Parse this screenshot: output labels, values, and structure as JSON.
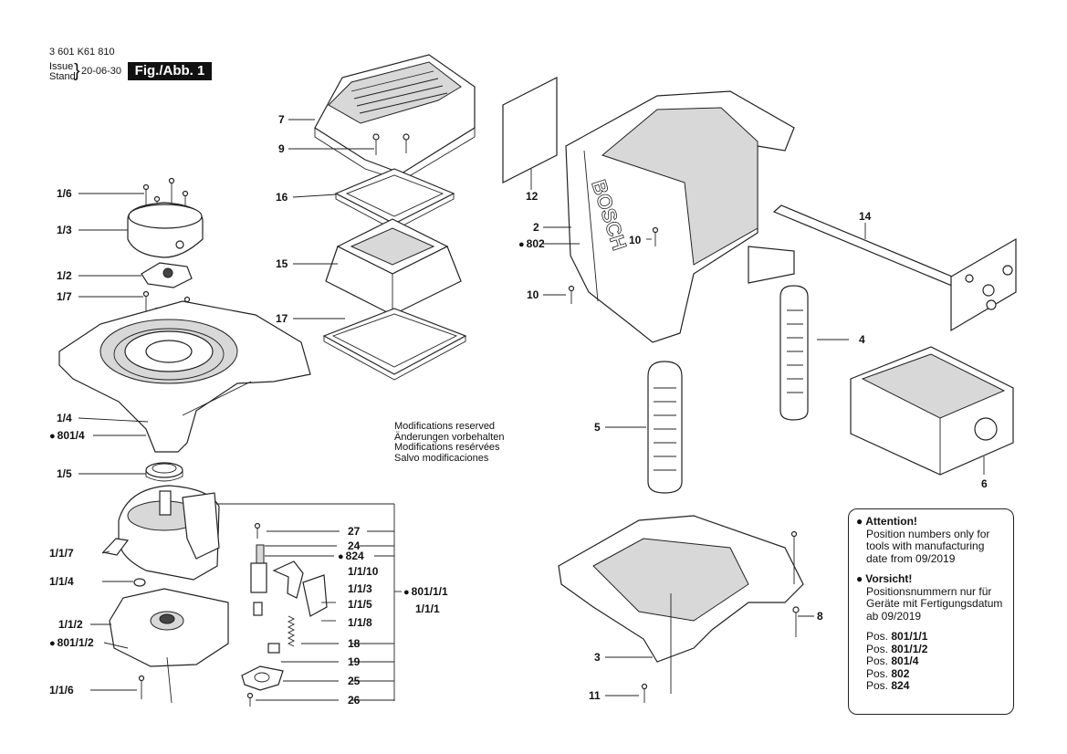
{
  "header": {
    "doc_number": "3 601 K61 810",
    "issue_label": "Issue",
    "stand_label": "Stand",
    "date": "20-06-30",
    "figure": "Fig./Abb. 1"
  },
  "labels": {
    "p7": "7",
    "p9": "9",
    "p16": "16",
    "p15": "15",
    "p17": "17",
    "p1_6": "1/6",
    "p1_3": "1/3",
    "p1_2": "1/2",
    "p1_7": "1/7",
    "p1_4": "1/4",
    "p801_4": "801/4",
    "p1_5": "1/5",
    "p1_1_7": "1/1/7",
    "p1_1_4": "1/1/4",
    "p1_1_2": "1/1/2",
    "p801_1_2": "801/1/2",
    "p1_1_6": "1/1/6",
    "p27": "27",
    "p24": "24",
    "p824": "824",
    "p1_1_10": "1/1/10",
    "p1_1_3": "1/1/3",
    "p1_1_5": "1/1/5",
    "p1_1_8": "1/1/8",
    "p801_1_1": "801/1/1",
    "p1_1_1": "1/1/1",
    "p18": "18",
    "p19": "19",
    "p25": "25",
    "p26": "26",
    "p12": "12",
    "p2": "2",
    "p802": "802",
    "p10a": "10",
    "p10b": "10",
    "p14": "14",
    "p4": "4",
    "p5": "5",
    "p6": "6",
    "p8": "8",
    "p3": "3",
    "p11": "11"
  },
  "brand_text": "BOSCH",
  "modifications": [
    "Modifications reserved",
    "Änderungen vorbehalten",
    "Modifications resérvées",
    "Salvo modificaciones"
  ],
  "note": {
    "attention_title": "Attention!",
    "attention_lines": [
      "Position  numbers only for",
      "tools with manufacturing",
      "date from 09/2019"
    ],
    "vorsicht_title": "Vorsicht!",
    "vorsicht_lines": [
      "Positionsnummern nur für",
      "Geräte mit Fertigungsdatum",
      "ab 09/2019"
    ],
    "pos_prefix": "Pos.",
    "positions": [
      "801/1/1",
      "801/1/2",
      "801/4",
      "802",
      "824"
    ]
  }
}
